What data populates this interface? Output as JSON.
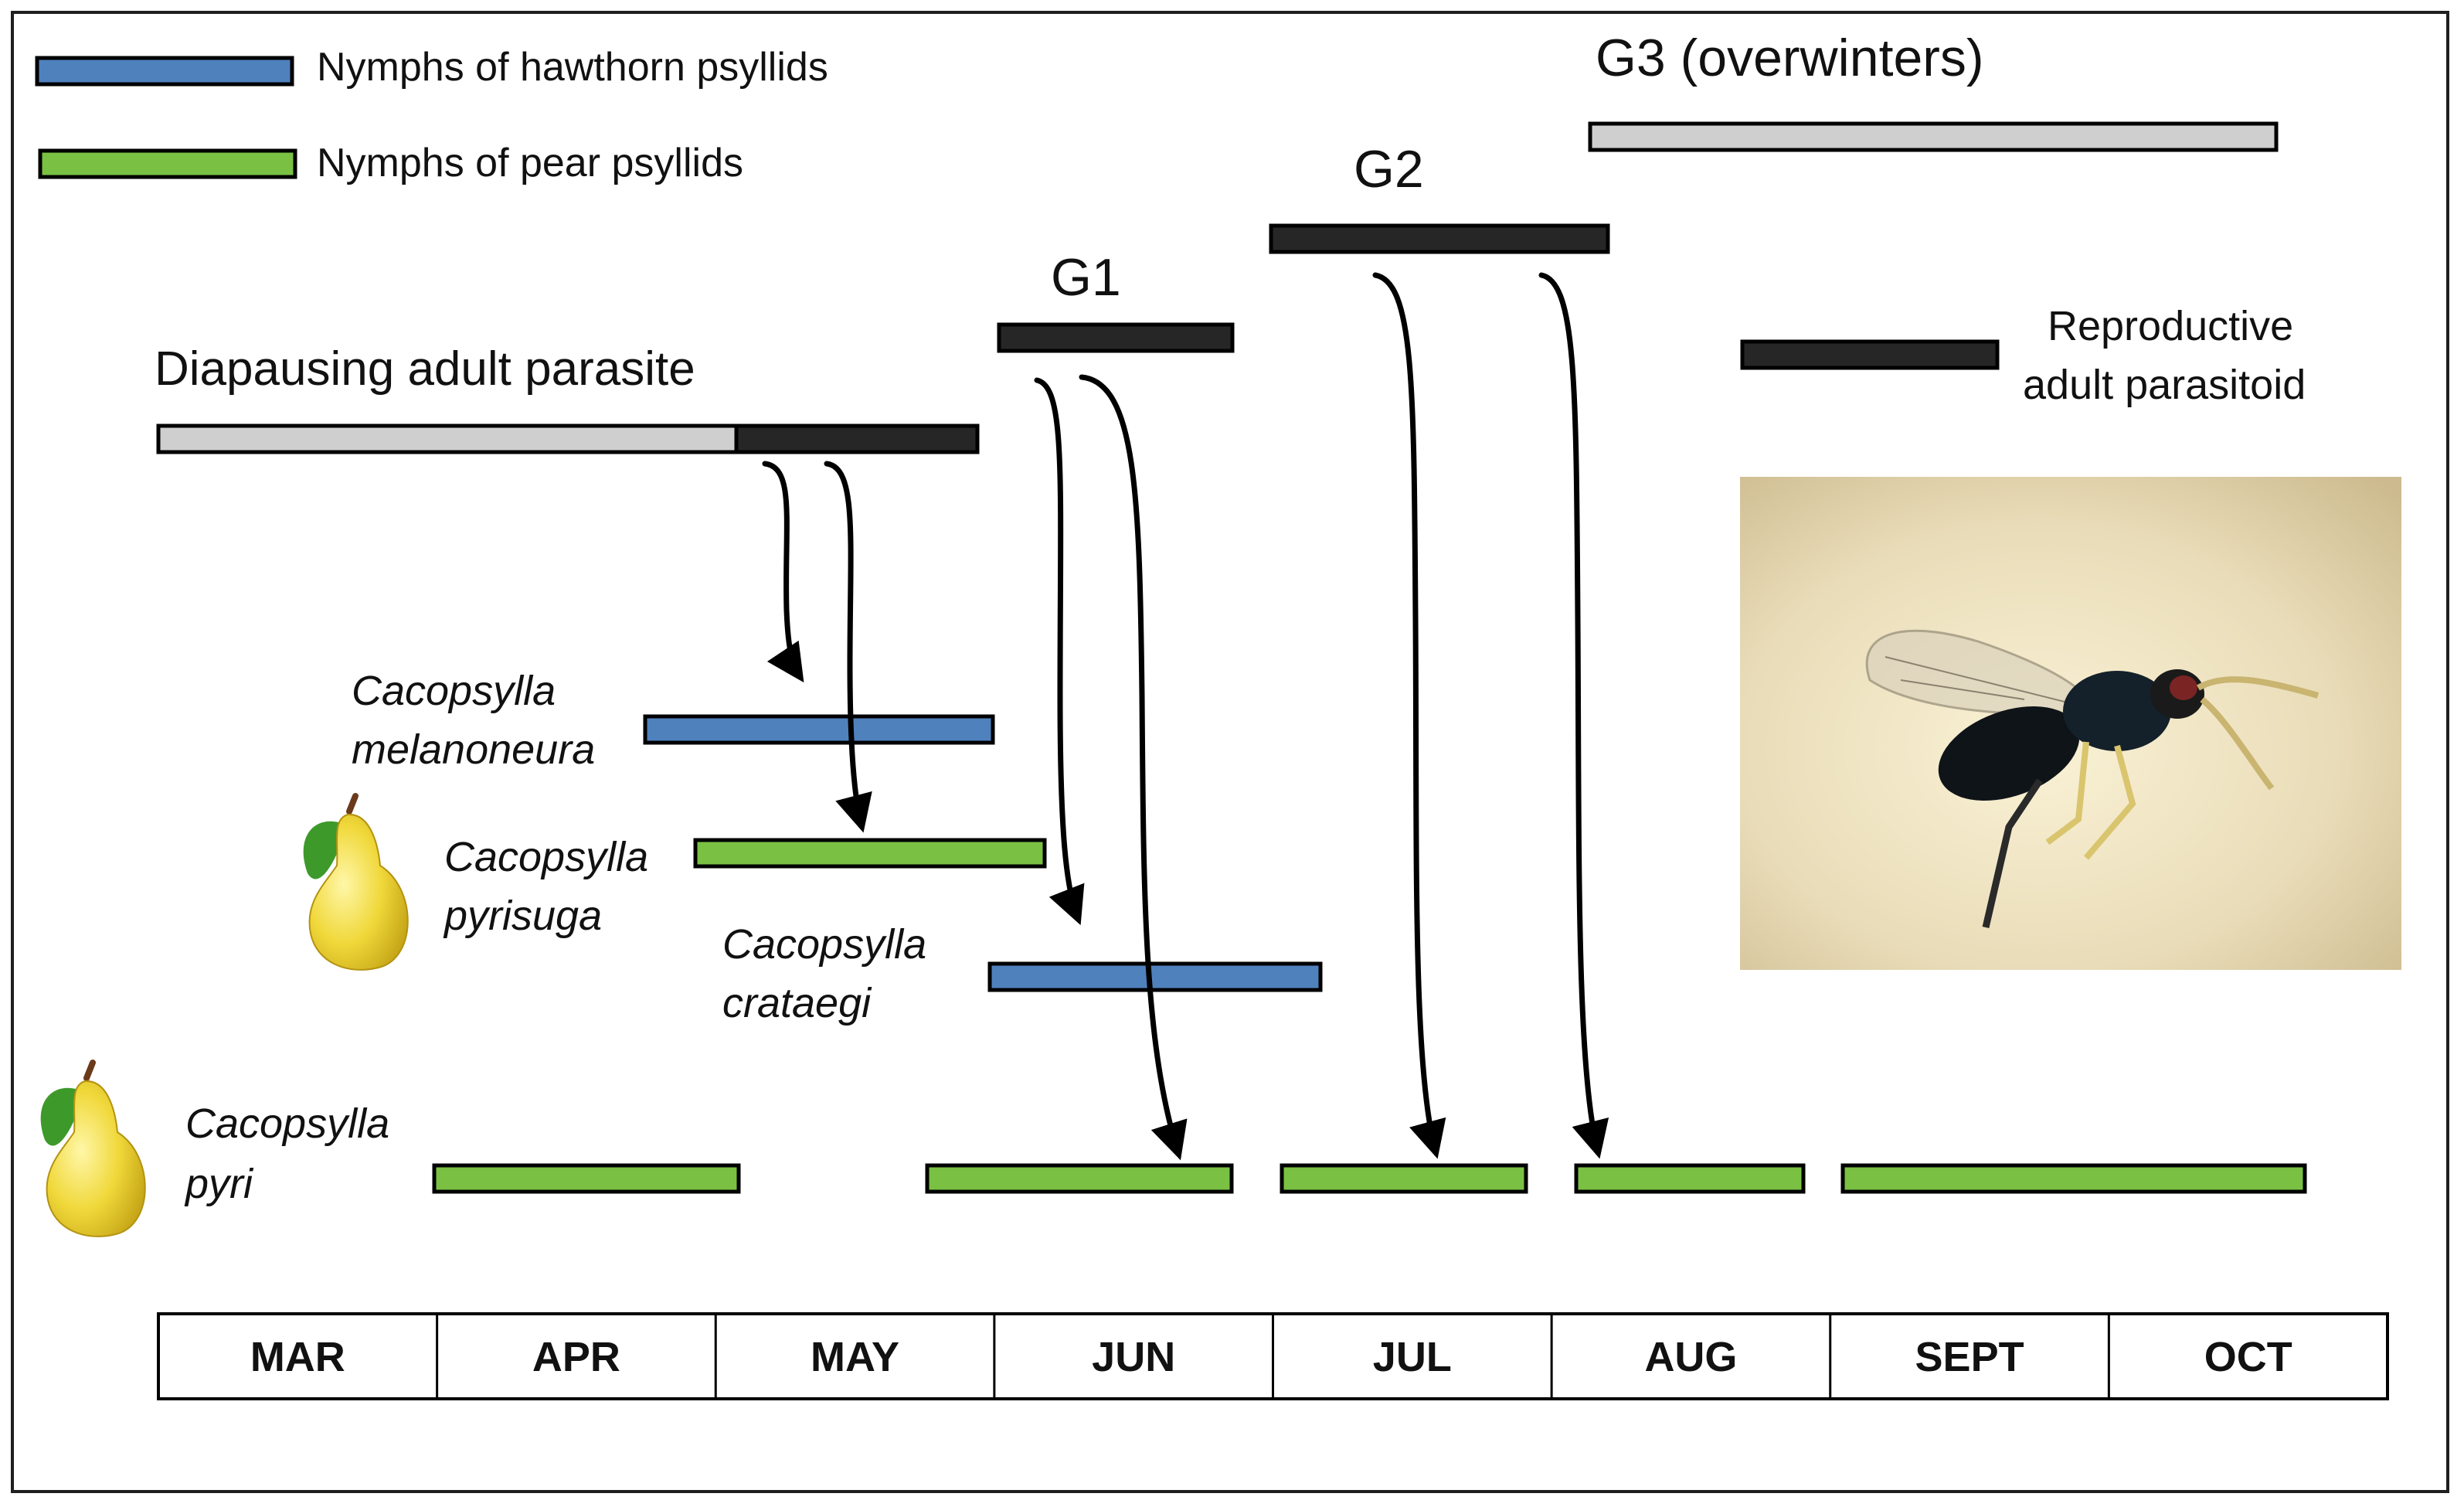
{
  "legend": {
    "hawthorn": "Nymphs of hawthorn psyllids",
    "pear": "Nymphs of pear psyllids"
  },
  "generations": {
    "g1": "G1",
    "g2": "G2",
    "g3": "G3 (overwinters)"
  },
  "labels": {
    "diapausing": "Diapausing adult parasite",
    "reproductive_line1": "Reproductive",
    "reproductive_line2": "adult parasitoid"
  },
  "species": {
    "melanoneura_1": "Cacopsylla",
    "melanoneura_2": "melanoneura",
    "pyrisuga_1": "Cacopsylla",
    "pyrisuga_2": "pyrisuga",
    "crataegi_1": "Cacopsylla",
    "crataegi_2": "crataegi",
    "pyri_1": "Cacopsylla",
    "pyri_2": "pyri"
  },
  "months": [
    "MAR",
    "APR",
    "MAY",
    "JUN",
    "JUL",
    "AUG",
    "SEPT",
    "OCT"
  ],
  "colors": {
    "hawthorn": "#4f81bd",
    "pear": "#7ac143",
    "adult_dark": "#262626",
    "overwinter": "#cfcfcf",
    "outline": "#000000"
  },
  "icons": {
    "pear": "pear-icon",
    "wasp": "parasitoid-wasp-photo"
  }
}
